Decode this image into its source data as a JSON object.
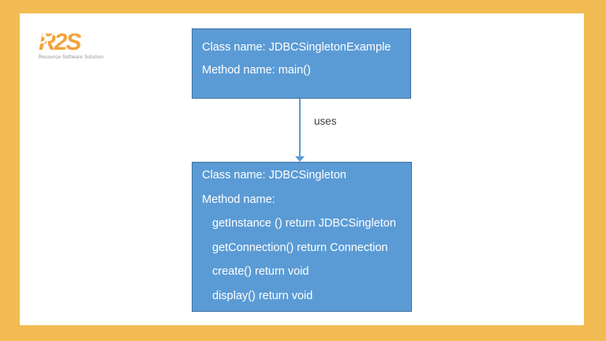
{
  "logo": {
    "text": "R2S",
    "tagline": "Resource Software Solution"
  },
  "diagram": {
    "top_box": {
      "lines": [
        "Class name: JDBCSingletonExample",
        "Method name: main()"
      ]
    },
    "edge_label": "uses",
    "bottom_box": {
      "lines": [
        {
          "text": "Class name: JDBCSingleton",
          "indent": false
        },
        {
          "text": "Method name:",
          "indent": false
        },
        {
          "text": "getInstance () return JDBCSingleton",
          "indent": true
        },
        {
          "text": "getConnection() return Connection",
          "indent": true
        },
        {
          "text": "create() return void",
          "indent": true
        },
        {
          "text": "display() return void",
          "indent": true
        }
      ]
    }
  },
  "colors": {
    "frame_orange": "#f2bc52",
    "box_fill": "#5b9bd5",
    "box_border": "#41719c",
    "arrow_blue": "#5b9bd5",
    "logo_orange": "#f2a33c",
    "tagline_gray": "#8c8c8c",
    "edge_label_text": "#3f3f3f",
    "box_text": "#ffffff"
  }
}
